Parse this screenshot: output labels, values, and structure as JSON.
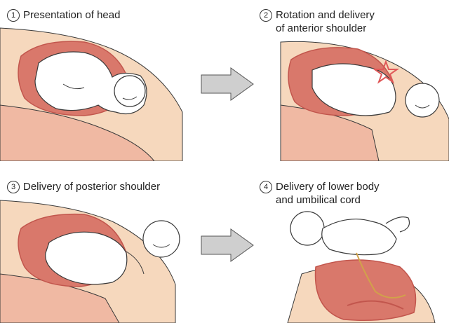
{
  "steps": [
    {
      "number": "1",
      "line1": "Presentation of head",
      "line2": ""
    },
    {
      "number": "2",
      "line1": "Rotation and delivery",
      "line2": "of anterior shoulder"
    },
    {
      "number": "3",
      "line1": "Delivery of posterior shoulder",
      "line2": ""
    },
    {
      "number": "4",
      "line1": "Delivery of lower body",
      "line2": "and umbilical cord"
    }
  ],
  "colors": {
    "skin": "#f6d8bd",
    "tissue": "#f0b9a3",
    "uterus": "#d9786b",
    "uterus_dark": "#c2564d",
    "baby_fill": "#ffffff",
    "outline": "#3a3a3a",
    "arrow": "#cfcfcf",
    "star": "#e05858"
  }
}
